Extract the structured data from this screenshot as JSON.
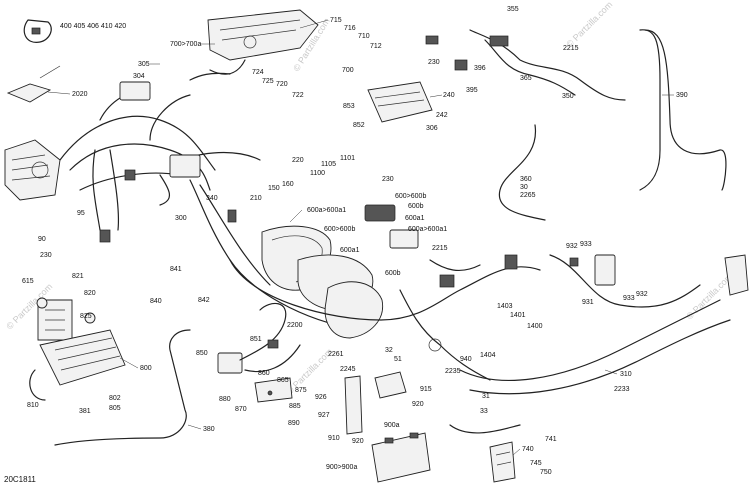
{
  "watermark": "© Partzilla.com",
  "figure_code": "20C1811",
  "callouts": [
    {
      "id": "c-400",
      "text": "400 405 406 410 420"
    },
    {
      "id": "c-2020",
      "text": "2020"
    },
    {
      "id": "c-305",
      "text": "305"
    },
    {
      "id": "c-304",
      "text": "304"
    },
    {
      "id": "c-700a",
      "text": "700>700a"
    },
    {
      "id": "c-715",
      "text": "715"
    },
    {
      "id": "c-716",
      "text": "716"
    },
    {
      "id": "c-710",
      "text": "710"
    },
    {
      "id": "c-712",
      "text": "712"
    },
    {
      "id": "c-700",
      "text": "700"
    },
    {
      "id": "c-724",
      "text": "724"
    },
    {
      "id": "c-725",
      "text": "725"
    },
    {
      "id": "c-720",
      "text": "720"
    },
    {
      "id": "c-722",
      "text": "722"
    },
    {
      "id": "c-355",
      "text": "355"
    },
    {
      "id": "c-230a",
      "text": "230"
    },
    {
      "id": "c-396",
      "text": "396"
    },
    {
      "id": "c-2215a",
      "text": "2215"
    },
    {
      "id": "c-365",
      "text": "365"
    },
    {
      "id": "c-395",
      "text": "395"
    },
    {
      "id": "c-350",
      "text": "350"
    },
    {
      "id": "c-390",
      "text": "390"
    },
    {
      "id": "c-240",
      "text": "240"
    },
    {
      "id": "c-853",
      "text": "853"
    },
    {
      "id": "c-242",
      "text": "242"
    },
    {
      "id": "c-852",
      "text": "852"
    },
    {
      "id": "c-306",
      "text": "306"
    },
    {
      "id": "c-1101",
      "text": "1101"
    },
    {
      "id": "c-1105",
      "text": "1105"
    },
    {
      "id": "c-1100",
      "text": "1100"
    },
    {
      "id": "c-220",
      "text": "220"
    },
    {
      "id": "c-230b",
      "text": "230"
    },
    {
      "id": "c-160",
      "text": "160"
    },
    {
      "id": "c-150",
      "text": "150"
    },
    {
      "id": "c-210",
      "text": "210"
    },
    {
      "id": "c-340",
      "text": "340"
    },
    {
      "id": "c-300",
      "text": "300"
    },
    {
      "id": "c-360",
      "text": "360"
    },
    {
      "id": "c-30",
      "text": "30"
    },
    {
      "id": "c-2265",
      "text": "2265"
    },
    {
      "id": "c-600b1",
      "text": "600>600b"
    },
    {
      "id": "c-600b",
      "text": "600b"
    },
    {
      "id": "c-600a1b",
      "text": "600a1"
    },
    {
      "id": "c-600aa1",
      "text": "600a>600a1"
    },
    {
      "id": "c-600aa1b",
      "text": "600a>600a1"
    },
    {
      "id": "c-600600b",
      "text": "600>600b"
    },
    {
      "id": "c-600a1",
      "text": "600a1"
    },
    {
      "id": "c-600b2",
      "text": "600b"
    },
    {
      "id": "c-95",
      "text": "95"
    },
    {
      "id": "c-90",
      "text": "90"
    },
    {
      "id": "c-230c",
      "text": "230"
    },
    {
      "id": "c-2215b",
      "text": "2215"
    },
    {
      "id": "c-932a",
      "text": "932"
    },
    {
      "id": "c-933a",
      "text": "933"
    },
    {
      "id": "c-931",
      "text": "931"
    },
    {
      "id": "c-933b",
      "text": "933"
    },
    {
      "id": "c-932b",
      "text": "932"
    },
    {
      "id": "c-841",
      "text": "841"
    },
    {
      "id": "c-615",
      "text": "615"
    },
    {
      "id": "c-821",
      "text": "821"
    },
    {
      "id": "c-820",
      "text": "820"
    },
    {
      "id": "c-825",
      "text": "825"
    },
    {
      "id": "c-840",
      "text": "840"
    },
    {
      "id": "c-842",
      "text": "842"
    },
    {
      "id": "c-1403",
      "text": "1403"
    },
    {
      "id": "c-1401",
      "text": "1401"
    },
    {
      "id": "c-1400",
      "text": "1400"
    },
    {
      "id": "c-1404",
      "text": "1404"
    },
    {
      "id": "c-2200",
      "text": "2200"
    },
    {
      "id": "c-851",
      "text": "851"
    },
    {
      "id": "c-850",
      "text": "850"
    },
    {
      "id": "c-860",
      "text": "860"
    },
    {
      "id": "c-32",
      "text": "32"
    },
    {
      "id": "c-2261",
      "text": "2261"
    },
    {
      "id": "c-51",
      "text": "51"
    },
    {
      "id": "c-940",
      "text": "940"
    },
    {
      "id": "c-2245",
      "text": "2245"
    },
    {
      "id": "c-2235",
      "text": "2235"
    },
    {
      "id": "c-800",
      "text": "800"
    },
    {
      "id": "c-865",
      "text": "865"
    },
    {
      "id": "c-875",
      "text": "875"
    },
    {
      "id": "c-915",
      "text": "915"
    },
    {
      "id": "c-31",
      "text": "31"
    },
    {
      "id": "c-310",
      "text": "310"
    },
    {
      "id": "c-2233",
      "text": "2233"
    },
    {
      "id": "c-810",
      "text": "810"
    },
    {
      "id": "c-381",
      "text": "381"
    },
    {
      "id": "c-802",
      "text": "802"
    },
    {
      "id": "c-805",
      "text": "805"
    },
    {
      "id": "c-880",
      "text": "880"
    },
    {
      "id": "c-870",
      "text": "870"
    },
    {
      "id": "c-885",
      "text": "885"
    },
    {
      "id": "c-926",
      "text": "926"
    },
    {
      "id": "c-927",
      "text": "927"
    },
    {
      "id": "c-920a",
      "text": "920"
    },
    {
      "id": "c-890",
      "text": "890"
    },
    {
      "id": "c-33",
      "text": "33"
    },
    {
      "id": "c-380",
      "text": "380"
    },
    {
      "id": "c-910",
      "text": "910"
    },
    {
      "id": "c-920b",
      "text": "920"
    },
    {
      "id": "c-900a",
      "text": "900a"
    },
    {
      "id": "c-741",
      "text": "741"
    },
    {
      "id": "c-740",
      "text": "740"
    },
    {
      "id": "c-745",
      "text": "745"
    },
    {
      "id": "c-750",
      "text": "750"
    },
    {
      "id": "c-900900a",
      "text": "900>900a"
    }
  ]
}
